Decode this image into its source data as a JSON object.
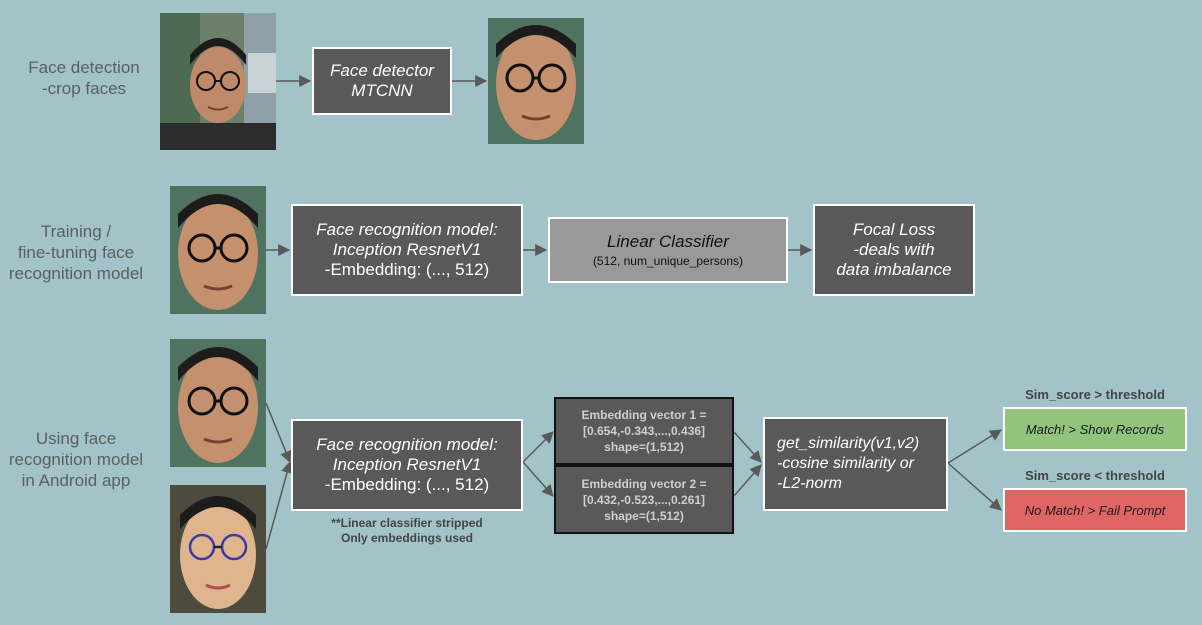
{
  "rows": {
    "detection": {
      "label_line1": "Face detection",
      "label_line2": "-crop faces",
      "detector_line1": "Face detector",
      "detector_line2": "MTCNN"
    },
    "training": {
      "label_line1": "Training /",
      "label_line2": "fine-tuning face",
      "label_line3": "recognition model",
      "model_line1": "Face recognition model:",
      "model_line2": "Inception ResnetV1",
      "model_line3": "-Embedding: (..., 512)",
      "classifier_title": "Linear Classifier",
      "classifier_sub": "(512, num_unique_persons)",
      "loss_line1": "Focal Loss",
      "loss_line2": "-deals with",
      "loss_line3": "data imbalance"
    },
    "android": {
      "label_line1": "Using face",
      "label_line2": "recognition model",
      "label_line3": "in Android app",
      "model_line1": "Face recognition model:",
      "model_line2": "Inception ResnetV1",
      "model_line3": "-Embedding: (..., 512)",
      "note_line1": "**Linear classifier stripped",
      "note_line2": "Only embeddings used",
      "emb1_line1": "Embedding vector 1 =",
      "emb1_line2": "[0.654,-0.343,...,0.436]",
      "emb1_line3": "shape=(1,512)",
      "emb2_line1": "Embedding vector 2 =",
      "emb2_line2": "[0.432,-0.523,...,0.261]",
      "emb2_line3": "shape=(1,512)",
      "sim_line1": "get_similarity(v1,v2)",
      "sim_line2": "-cosine similarity or",
      "sim_line3": "-L2-norm",
      "cond_match": "Sim_score > threshold",
      "cond_nomatch": "Sim_score < threshold",
      "match_label": "Match! > Show Records",
      "nomatch_label": "No Match! > Fail Prompt"
    }
  },
  "colors": {
    "background": "#a2c4c9",
    "dark_box": "#595959",
    "grey_box": "#999999",
    "match": "#93c47d",
    "no_match": "#e06666",
    "arrow": "#595959"
  }
}
